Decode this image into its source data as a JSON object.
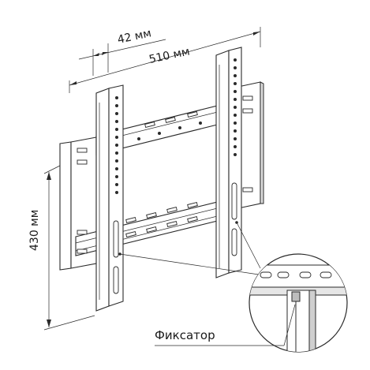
{
  "diagram": {
    "dimensions": {
      "offset_label": "42 мм",
      "width_label": "510 мм",
      "height_label": "430 мм"
    },
    "callout": {
      "label": "Фиксатор"
    }
  }
}
